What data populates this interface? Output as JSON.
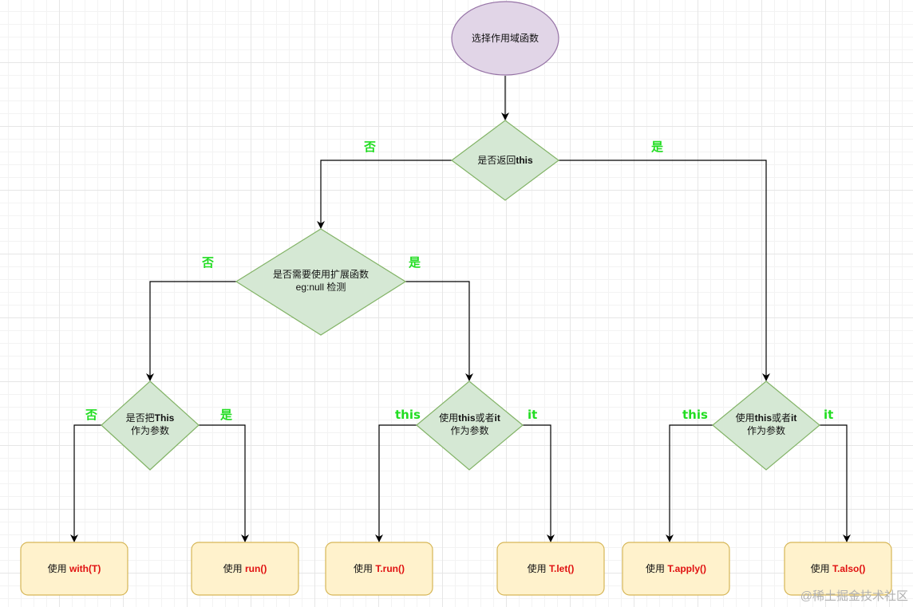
{
  "nodes": {
    "start": {
      "text": "选择作用域函数"
    },
    "returns_this": {
      "text": "是否返回",
      "bold": "this"
    },
    "needs_extension": {
      "line1": "是否需要使用扩展函数",
      "line2": "eg:null 检测"
    },
    "this_as_param": {
      "prefix": "是否把",
      "bold": "This",
      "line2": "作为参数"
    },
    "this_or_it_left": {
      "prefix": "使用",
      "bold1": "this",
      "mid": "或者",
      "bold2": "it",
      "line2": "作为参数"
    },
    "this_or_it_right": {
      "prefix": "使用",
      "bold1": "this",
      "mid": "或者",
      "bold2": "it",
      "line2": "作为参数"
    }
  },
  "results": [
    {
      "prefix": "使用 ",
      "fn": "with(T)"
    },
    {
      "prefix": "使用 ",
      "fn": "run()"
    },
    {
      "prefix": "使用 ",
      "fn": "T.run()"
    },
    {
      "prefix": "使用 ",
      "fn": "T.let()"
    },
    {
      "prefix": "使用 ",
      "fn": "T.apply()"
    },
    {
      "prefix": "使用 ",
      "fn": "T.also()"
    }
  ],
  "branches": {
    "returns_this_no": "否",
    "returns_this_yes": "是",
    "extension_no": "否",
    "extension_yes": "是",
    "this_param_no": "否",
    "this_param_yes": "是",
    "left_this": "this",
    "left_it": "it",
    "right_this": "this",
    "right_it": "it"
  },
  "watermark": "@稀土掘金技术社区",
  "colors": {
    "start_fill": "#e1d5e7",
    "start_stroke": "#9673a6",
    "decision_fill": "#d5e8d4",
    "decision_stroke": "#82b366",
    "result_fill": "#fff2cc",
    "result_stroke": "#d6b656",
    "branch_label": "#22dd22",
    "function_name": "#e01010"
  }
}
